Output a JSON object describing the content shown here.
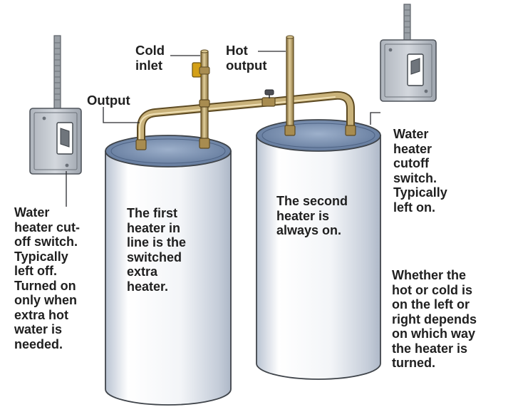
{
  "labels": {
    "cold_inlet": "Cold\ninlet",
    "hot_output": "Hot\noutput",
    "output": "Output",
    "left_switch": "Water\nheater cut-\noff switch.\nTypically\nleft off.\nTurned on\nonly when\nextra hot\nwater is\nneeded.",
    "right_switch": "Water\nheater\ncutoff\nswitch.\nTypically\nleft on.",
    "first_heater": "The first\nheater in\nline is the\nswitched\nextra\nheater.",
    "second_heater": "The second\nheater is\nalways on.",
    "orientation_note": "Whether the\nhot or cold is\non the left or\nright depends\non which way\nthe heater is\nturned."
  },
  "colors": {
    "tank_body": "#eef0f4",
    "tank_shadow": "#b9c3d2",
    "tank_top": "#7f96b6",
    "pipe": "#b8a06a",
    "pipe_dark": "#8c7440",
    "switch_box": "#c7ccd3",
    "conduit": "#9aa0a6",
    "text": "#1f1f1f"
  },
  "icons": {
    "pipe_valve": "valve-icon",
    "toggle_switch": "toggle-switch-icon"
  }
}
